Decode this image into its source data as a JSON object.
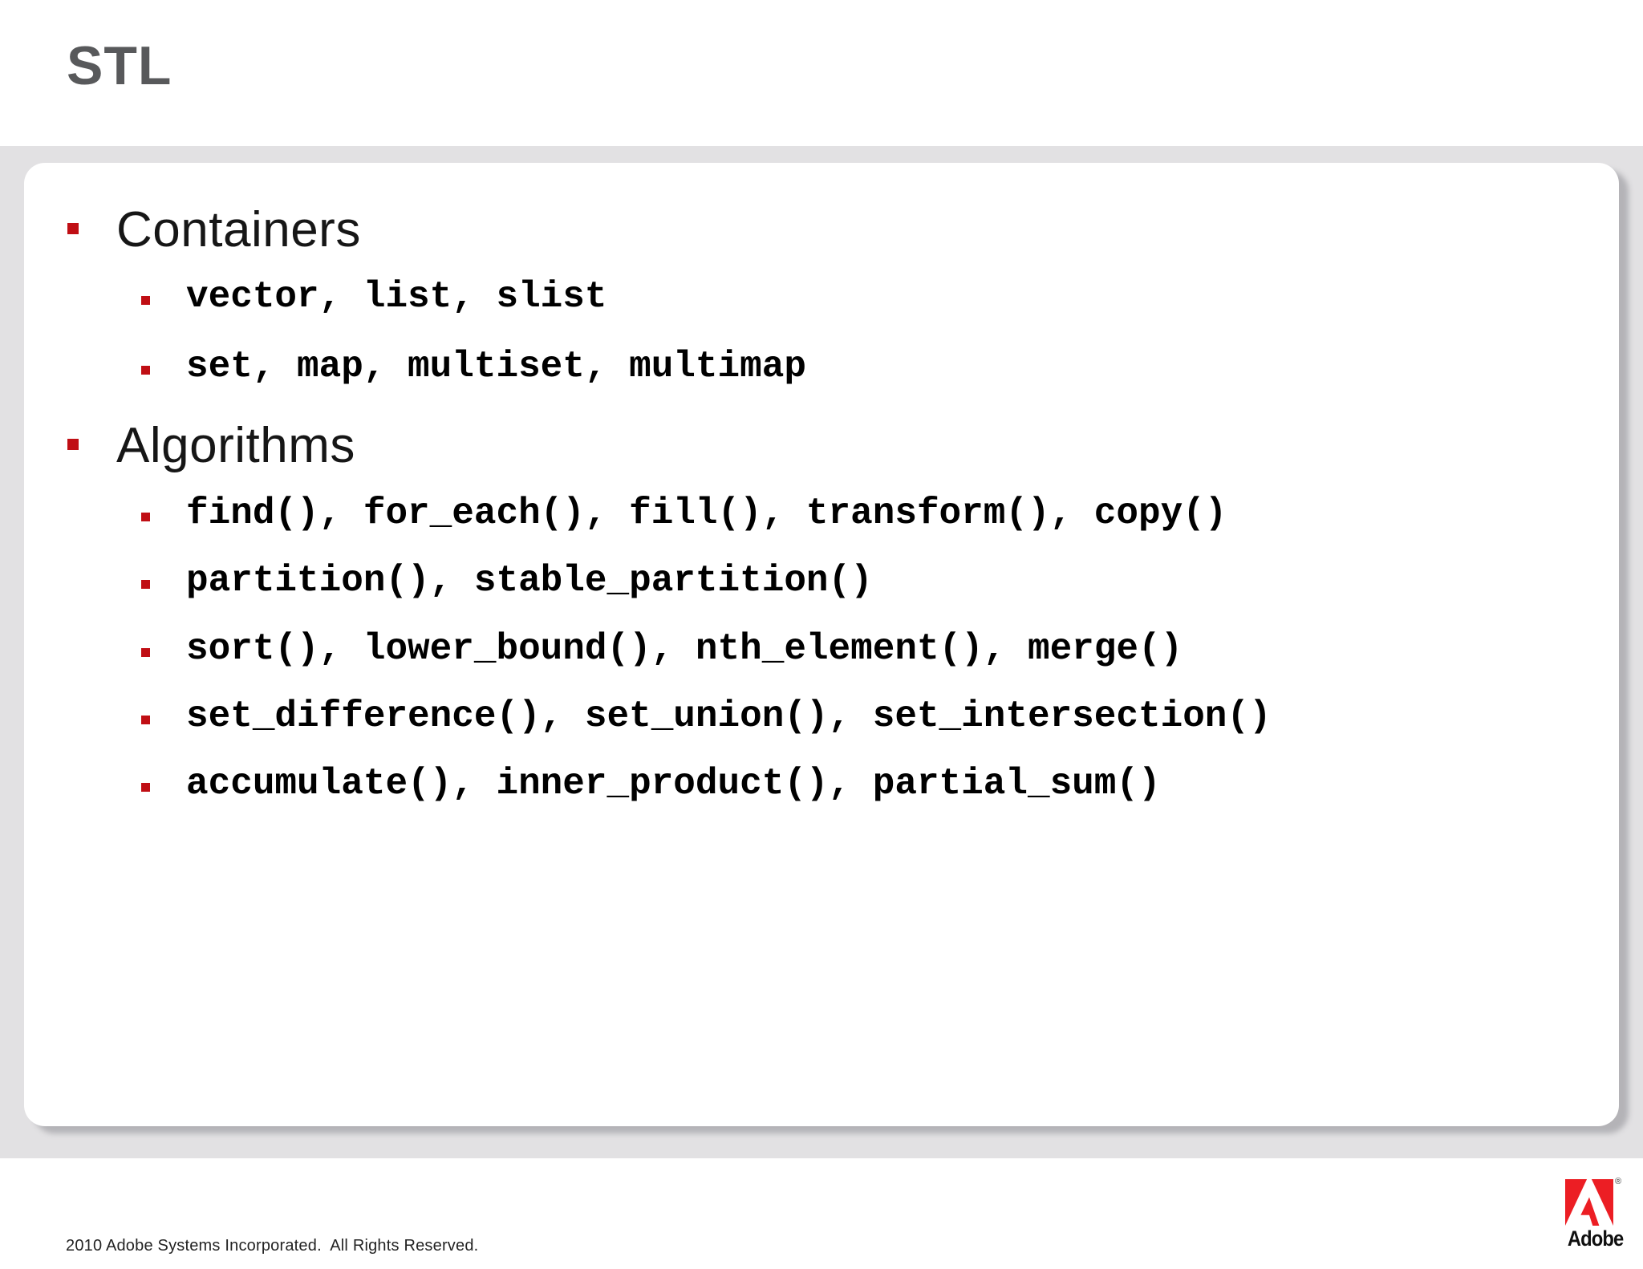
{
  "slide": {
    "title": "STL",
    "bullets": [
      {
        "level": 1,
        "text": "Containers"
      },
      {
        "level": 2,
        "text": "vector, list, slist"
      },
      {
        "level": 2,
        "text": "set, map, multiset, multimap"
      },
      {
        "level": 1,
        "text": "Algorithms"
      },
      {
        "level": 2,
        "text": "find(), for_each(), fill(), transform(), copy()"
      },
      {
        "level": 2,
        "text": "partition(), stable_partition()"
      },
      {
        "level": 2,
        "text": "sort(), lower_bound(), nth_element(), merge()"
      },
      {
        "level": 2,
        "text": "set_difference(), set_union(), set_intersection()"
      },
      {
        "level": 2,
        "text": "accumulate(), inner_product(), partial_sum()"
      }
    ]
  },
  "footer": {
    "copyright": "2010 Adobe Systems Incorporated.  All Rights Reserved.",
    "logo_text": "Adobe",
    "registered_mark": "®"
  },
  "colors": {
    "bullet_red": "#c00e14",
    "logo_red": "#ec1e24",
    "title_gray": "#58595b",
    "band_gray": "#e2e1e3"
  }
}
